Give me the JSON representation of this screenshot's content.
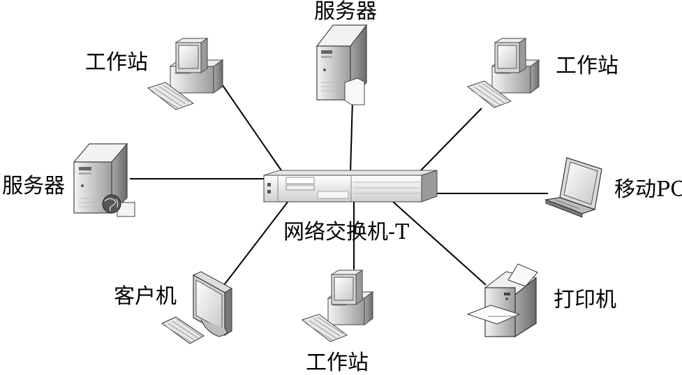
{
  "labels": {
    "server_top": "服务器",
    "server_left": "服务器",
    "ws_top_left": "工作站",
    "ws_top_right": "工作站",
    "ws_bottom": "工作站",
    "laptop": "移动PC",
    "client": "客户机",
    "printer": "打印机",
    "switch": "网络交换机-T"
  }
}
